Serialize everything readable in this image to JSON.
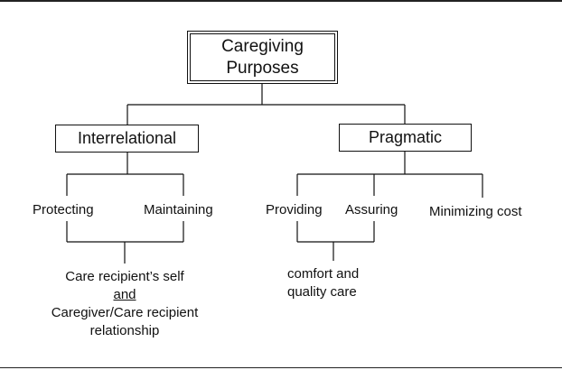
{
  "root": {
    "line1": "Caregiving",
    "line2": "Purposes"
  },
  "branches": {
    "interrelational": "Interrelational",
    "pragmatic": "Pragmatic"
  },
  "leaves": {
    "protecting": "Protecting",
    "maintaining": "Maintaining",
    "providing": "Providing",
    "assuring": "Assuring",
    "minimizing_cost": "Minimizing cost"
  },
  "outcomes": {
    "left_line1": "Care recipient’s self",
    "left_line2": "and",
    "left_line3": "Caregiver/Care recipient",
    "left_line4": "relationship",
    "right_line1": "comfort and",
    "right_line2": "quality care"
  }
}
